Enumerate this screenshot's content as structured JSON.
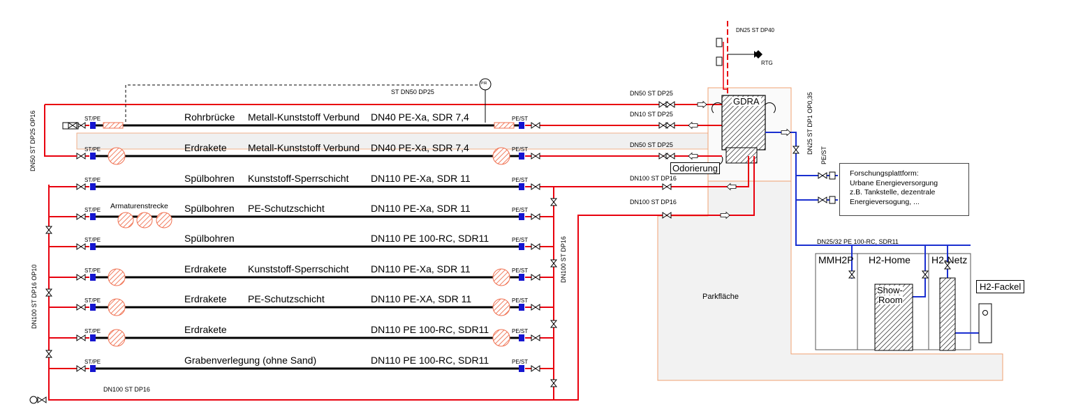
{
  "header": {
    "feed_top": "DN25 ST DP40",
    "rtg": "RTG",
    "gdra": "GDRA",
    "odorierung": "Odorierung",
    "parkflaeche": "Parkfläche",
    "pir": "PIR",
    "top_return": "ST DN50 DP25"
  },
  "left_labels": {
    "dn50": "DN50 ST  DP25 OP16",
    "dn100": "DN100 ST  DP16 OP10",
    "bottom": "DN100 ST DP16",
    "right_riser": "DN100 ST DP16"
  },
  "armatur": "Armaturenstrecke",
  "rows": [
    {
      "left_tag": "ST/PE",
      "right_tag": "PE/ST",
      "method": "Rohrbrücke",
      "material": "Metall-Kunststoff Verbund",
      "spec": "DN40 PE-Xa, SDR 7,4",
      "right_label": "DN10 ST DP25"
    },
    {
      "left_tag": "ST/PE",
      "right_tag": "PE/ST",
      "method": "Erdrakete",
      "material": "Metall-Kunststoff Verbund",
      "spec": "DN40 PE-Xa, SDR 7,4",
      "right_label": "DN50 ST DP25"
    },
    {
      "left_tag": "ST/PE",
      "right_tag": "PE/ST",
      "method": "Spülbohren",
      "material": "Kunststoff-Sperrschicht",
      "spec": "DN110 PE-Xa, SDR 11",
      "right_label": "DN100 ST DP16"
    },
    {
      "left_tag": "ST/PE",
      "right_tag": "PE/ST",
      "method": "Spülbohren",
      "material": "PE-Schutzschicht",
      "spec": "DN110 PE-Xa, SDR 11",
      "right_label": "DN100 ST DP16"
    },
    {
      "left_tag": "ST/PE",
      "right_tag": "PE/ST",
      "method": "Spülbohren",
      "material": "",
      "spec": "DN110 PE 100-RC, SDR11",
      "right_label": ""
    },
    {
      "left_tag": "ST/PE",
      "right_tag": "PE/ST",
      "method": "Erdrakete",
      "material": "Kunststoff-Sperrschicht",
      "spec": "DN110 PE-Xa, SDR 11",
      "right_label": ""
    },
    {
      "left_tag": "ST/PE",
      "right_tag": "PE/ST",
      "method": "Erdrakete",
      "material": "PE-Schutzschicht",
      "spec": "DN110 PE-XA, SDR 11",
      "right_label": ""
    },
    {
      "left_tag": "ST/PE",
      "right_tag": "PE/ST",
      "method": "Erdrakete",
      "material": "",
      "spec": "DN110 PE 100-RC, SDR11",
      "right_label": ""
    },
    {
      "left_tag": "ST/PE",
      "right_tag": "PE/ST",
      "method": "Grabenverlegung (ohne Sand)",
      "material": "",
      "spec": "DN110 PE 100-RC, SDR11",
      "right_label": ""
    }
  ],
  "top_in_label": "DN50 ST DP25",
  "right_side": {
    "dn25_vert": "DN25 ST DP1 OP0,35",
    "pe_st": "PE/ST",
    "research_lines": [
      "Forschungsplattform:",
      "Urbane Energieversorgung",
      "z.B. Tankstelle, dezentrale",
      "Energieversogung, ..."
    ],
    "dn25_32": "DN25/32 PE 100-RC, SDR11",
    "mmh2p": "MMH2P",
    "h2home": "H2-Home",
    "h2netz": "H2-Netz",
    "showroom_1": "Show-",
    "showroom_2": "Room",
    "h2fackel": "H2-Fackel"
  },
  "colors": {
    "gas_line": "#e8000d",
    "pe_line": "#000000",
    "blue_line": "#1a2fd0",
    "parking": "#f2f2f2",
    "parking_border": "#f0a070",
    "hatch": "#f07050",
    "fitting": "#1515d0"
  }
}
